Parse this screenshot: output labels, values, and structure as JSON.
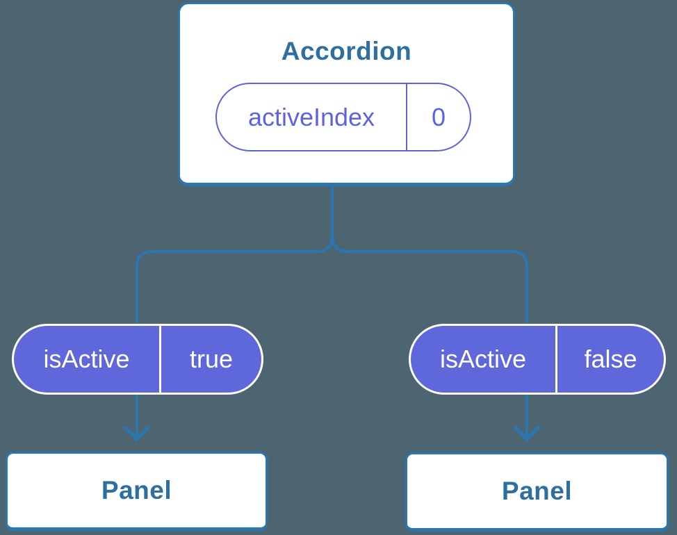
{
  "tree": {
    "root": {
      "title": "Accordion",
      "state": {
        "key": "activeIndex",
        "value": "0"
      }
    },
    "children": [
      {
        "prop": {
          "key": "isActive",
          "value": "true"
        },
        "child_label": "Panel"
      },
      {
        "prop": {
          "key": "isActive",
          "value": "false"
        },
        "child_label": "Panel"
      }
    ]
  },
  "colors": {
    "background": "#4d6570",
    "connector_blue": "#2b76ae",
    "node_text_blue": "#2e6f9f",
    "pill_purple_fill": "#5f68da",
    "pill_purple_outline": "#5c63de",
    "card_fill": "#ffffff",
    "pill_text_white": "#ffffff"
  },
  "icons": {
    "arrow_down": "chevron-style arrowhead pointing down"
  }
}
